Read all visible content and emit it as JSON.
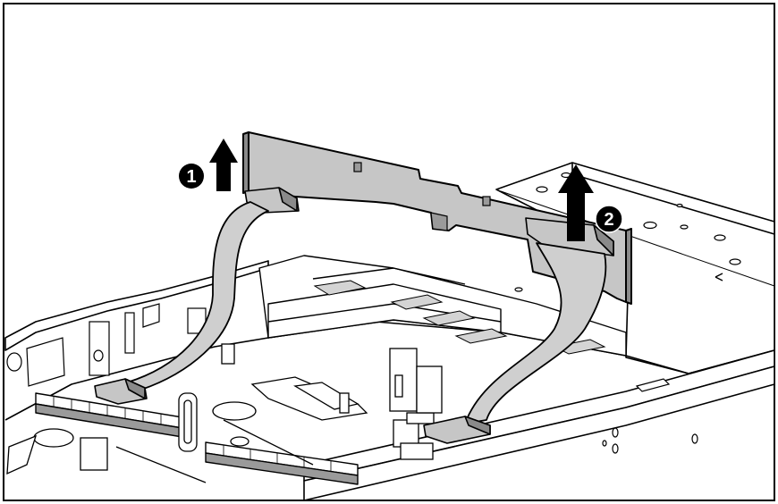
{
  "figure": {
    "callouts": [
      {
        "number": "1",
        "direction": "up"
      },
      {
        "number": "2",
        "direction": "up"
      }
    ],
    "colors": {
      "line": "#000000",
      "backplane": "#c6c6c6",
      "cable": "#cfcfcf",
      "chassis": "#ffffff",
      "shadow": "#8a8a8a",
      "callout_bg": "#000000",
      "callout_text": "#ffffff"
    }
  }
}
